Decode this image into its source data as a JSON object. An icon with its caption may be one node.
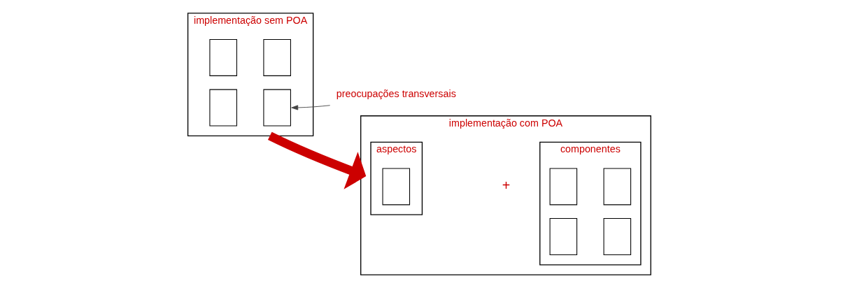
{
  "diagram": {
    "nodes": [
      {
        "text": [
          "implementação sem POA"
        ]
      },
      {
        "text": [],
        "shape": "box",
        "in": 0
      },
      {
        "text": [],
        "shape": "box",
        "in": 0
      },
      {
        "text": [],
        "shape": "box",
        "in": 0
      },
      {
        "text": [],
        "shape": "box",
        "in": 0
      },
      {
        "text": [
          "preocupações transversais"
        ]
      },
      {
        "text": [
          "implementação com POA"
        ]
      },
      {
        "text": [
          "aspectos"
        ],
        "in": 6
      },
      {
        "text": [],
        "shape": "box",
        "in": 7
      },
      {
        "text": [
          "componentes"
        ],
        "in": 6
      },
      {
        "text": [],
        "shape": "box",
        "in": 9
      },
      {
        "text": [],
        "shape": "box",
        "in": 9
      },
      {
        "text": [],
        "shape": "box",
        "in": 9
      },
      {
        "text": [],
        "shape": "box",
        "in": 9
      }
    ],
    "edges": [
      {
        "from": 5,
        "to": 2,
        "arrow": "to"
      },
      {
        "from": 0,
        "to": 6,
        "arrow": "to",
        "style": "thick",
        "color": "#cc0000"
      }
    ],
    "labels": [
      "+"
    ]
  }
}
